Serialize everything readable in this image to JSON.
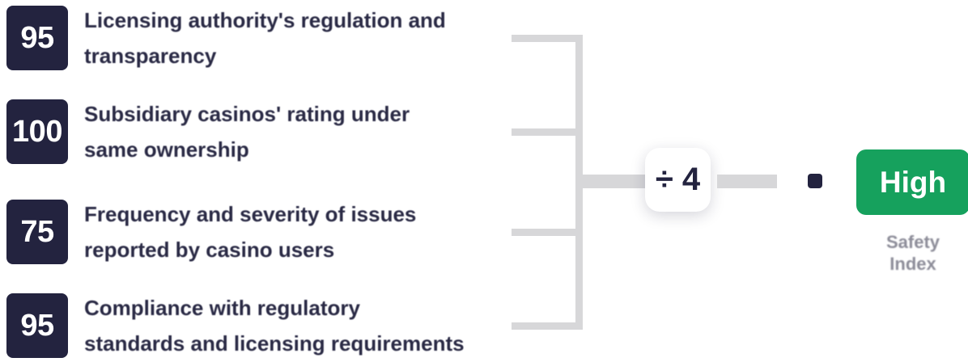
{
  "criteria": [
    {
      "score": "95",
      "label": "Licensing authority's regulation and\ntransparency"
    },
    {
      "score": "100",
      "label": "Subsidiary casinos' rating under\nsame ownership"
    },
    {
      "score": "75",
      "label": "Frequency and severity of issues\nreported by casino users"
    },
    {
      "score": "95",
      "label": "Compliance with regulatory\nstandards and licensing requirements"
    }
  ],
  "operation": {
    "divide_label": "÷ 4"
  },
  "result": {
    "badge_label": "High",
    "caption": "Safety\nIndex"
  },
  "colors": {
    "navy": "#23233F",
    "line_gray": "#D7D7D9",
    "green": "#16A15D",
    "caption_gray": "#8C8C98",
    "white": "#FFFFFF"
  }
}
